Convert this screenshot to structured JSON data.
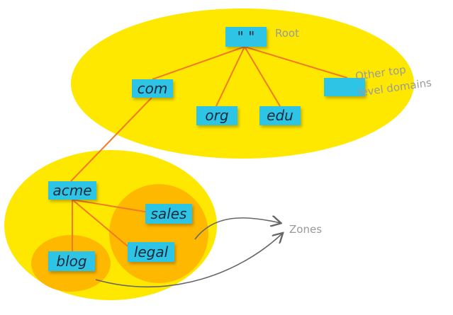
{
  "colors": {
    "zone_outer": "#ffe800",
    "zone_inner": "#ffb800",
    "node_fill": "#2ec4e6",
    "edge": "#f07a2a",
    "arrow": "#666666",
    "annotation": "#9a9a9a"
  },
  "nodes": {
    "root": "\" \"",
    "com": "com",
    "org": "org",
    "edu": "edu",
    "other": "",
    "acme": "acme",
    "sales": "sales",
    "legal": "legal",
    "blog": "blog"
  },
  "annotations": {
    "root": "Root",
    "other_line1": "Other top",
    "other_line2": "level domains",
    "zones": "Zones"
  }
}
